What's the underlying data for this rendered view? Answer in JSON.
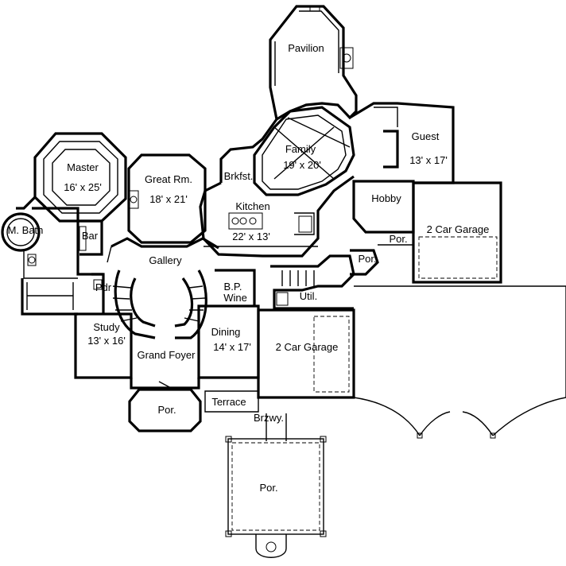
{
  "rooms": {
    "pavilion": "Pavilion",
    "master": "Master",
    "master_size": "16' x 25'",
    "great_rm": "Great Rm.",
    "great_rm_size": "18' x 21'",
    "brkfst": "Brkfst.",
    "family": "Family",
    "family_size": "19' x 20'",
    "guest": "Guest",
    "guest_size": "13' x 17'",
    "hobby": "Hobby",
    "kitchen": "Kitchen",
    "kitchen_size": "22' x 13'",
    "m_bath": "M. Bath",
    "bar": "Bar",
    "gallery": "Gallery",
    "garage_right": "2 Car Garage",
    "por_right_a": "Por.",
    "por_right_b": "Por.",
    "pdr": "Pdr",
    "bp_wine_a": "B.P.",
    "bp_wine_b": "Wine",
    "util": "Util.",
    "study": "Study",
    "study_size": "13' x 16'",
    "dining": "Dining",
    "dining_size": "14' x 17'",
    "garage_center": "2 Car Garage",
    "grand_foyer": "Grand Foyer",
    "por_front": "Por.",
    "terrace": "Terrace",
    "brzwy": "Brzwy.",
    "por_bottom": "Por."
  }
}
